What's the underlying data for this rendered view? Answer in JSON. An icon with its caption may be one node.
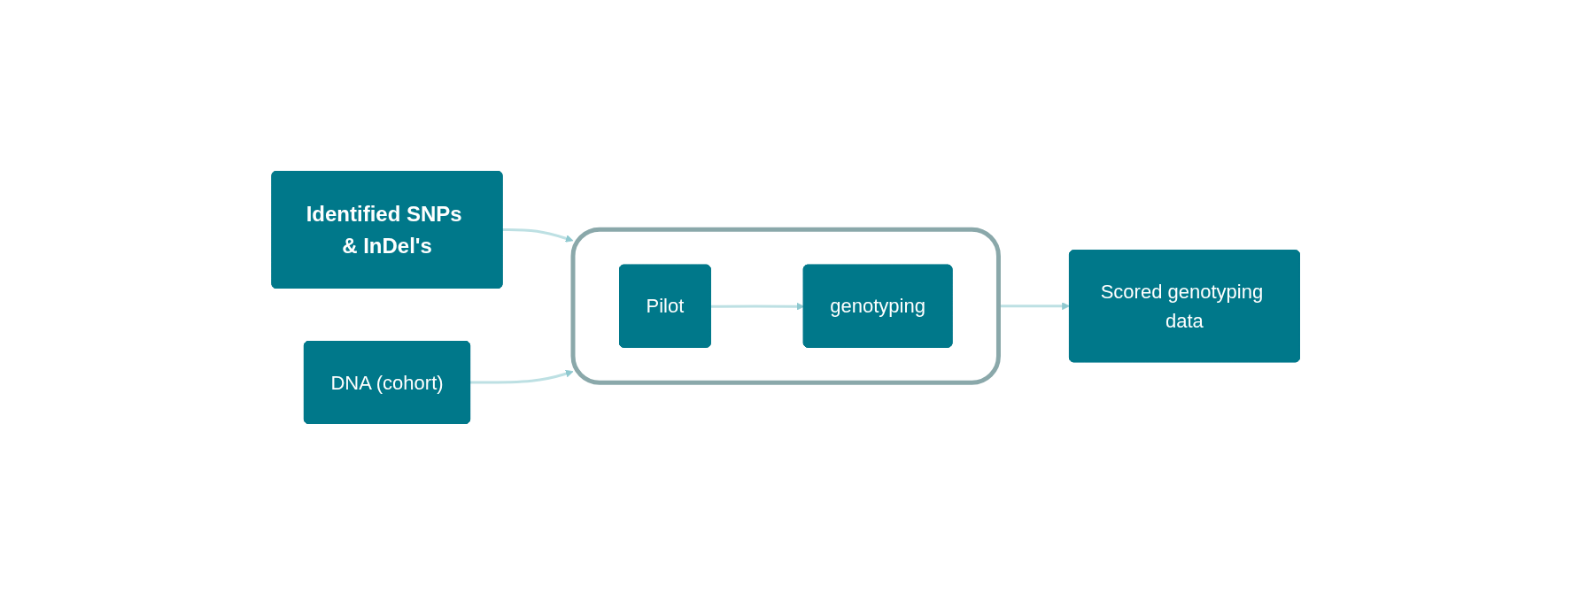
{
  "diagram": {
    "nodes": [
      {
        "text": [
          "Identified SNPs & InDel's"
        ]
      },
      {
        "text": [
          "DNA (cohort)"
        ]
      },
      {
        "text": [],
        "shape": "box"
      },
      {
        "text": [
          "Pilot"
        ],
        "in": 2
      },
      {
        "text": [
          "genotyping"
        ],
        "in": 2
      },
      {
        "text": [
          "Scored genotyping data"
        ]
      }
    ],
    "edges": [
      {
        "from": 0,
        "to": 2,
        "arrow": "to"
      },
      {
        "from": 1,
        "to": 2,
        "arrow": "to"
      },
      {
        "from": 3,
        "to": 4,
        "arrow": "to"
      },
      {
        "from": 2,
        "to": 5,
        "arrow": "to"
      }
    ]
  }
}
